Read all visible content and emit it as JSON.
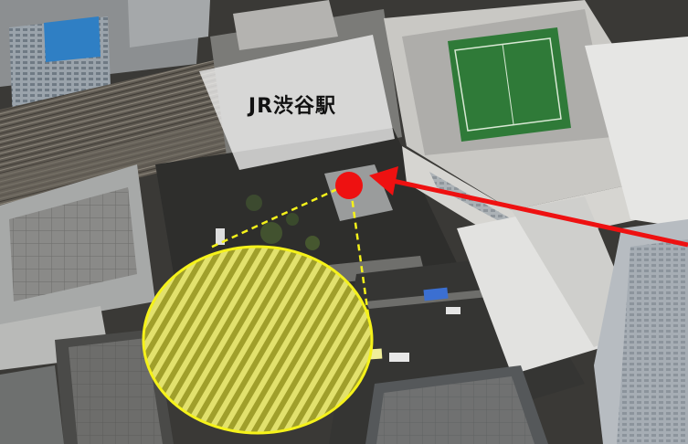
{
  "photo": {
    "label": "JR渋谷駅"
  },
  "colors": {
    "marker_red": "#ee1111",
    "highlight_yellow": "#f2f01e",
    "label_box": "#f1f1f1"
  },
  "annotations": {
    "marker": "red-dot",
    "pointer": "red-arrow",
    "sight_lines": "yellow-dashed",
    "highlight_zone": "yellow-ellipse"
  }
}
